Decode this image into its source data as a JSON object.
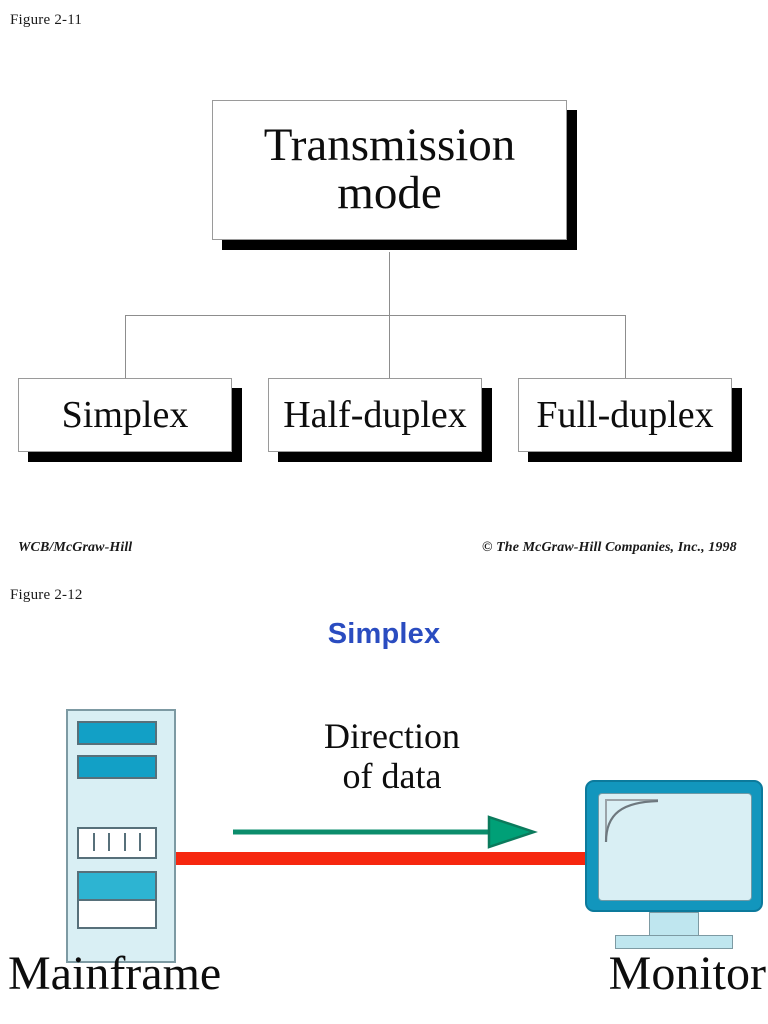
{
  "figures": {
    "first": {
      "caption": "Figure 2-11"
    },
    "second": {
      "caption": "Figure 2-12"
    }
  },
  "tree": {
    "root": {
      "label": "Transmission\nmode"
    },
    "children": [
      {
        "label": "Simplex"
      },
      {
        "label": "Half-duplex"
      },
      {
        "label": "Full-duplex"
      }
    ]
  },
  "credits": {
    "left": "WCB/McGraw-Hill",
    "right": "© The McGraw-Hill Companies, Inc., 1998"
  },
  "simplex_section": {
    "title": "Simplex",
    "title_color": "#2a4cc0",
    "direction_label": "Direction\nof data",
    "devices": {
      "source": "Mainframe",
      "destination": "Monitor"
    },
    "colors": {
      "cable": "#f6270f",
      "arrow": "#00a077",
      "arrow_outline": "#0b7a5c",
      "device_body": "#d9eff4",
      "device_accent": "#12a0c6",
      "monitor_bezel": "#1296bd",
      "device_outline": "#7d9aa3"
    }
  }
}
